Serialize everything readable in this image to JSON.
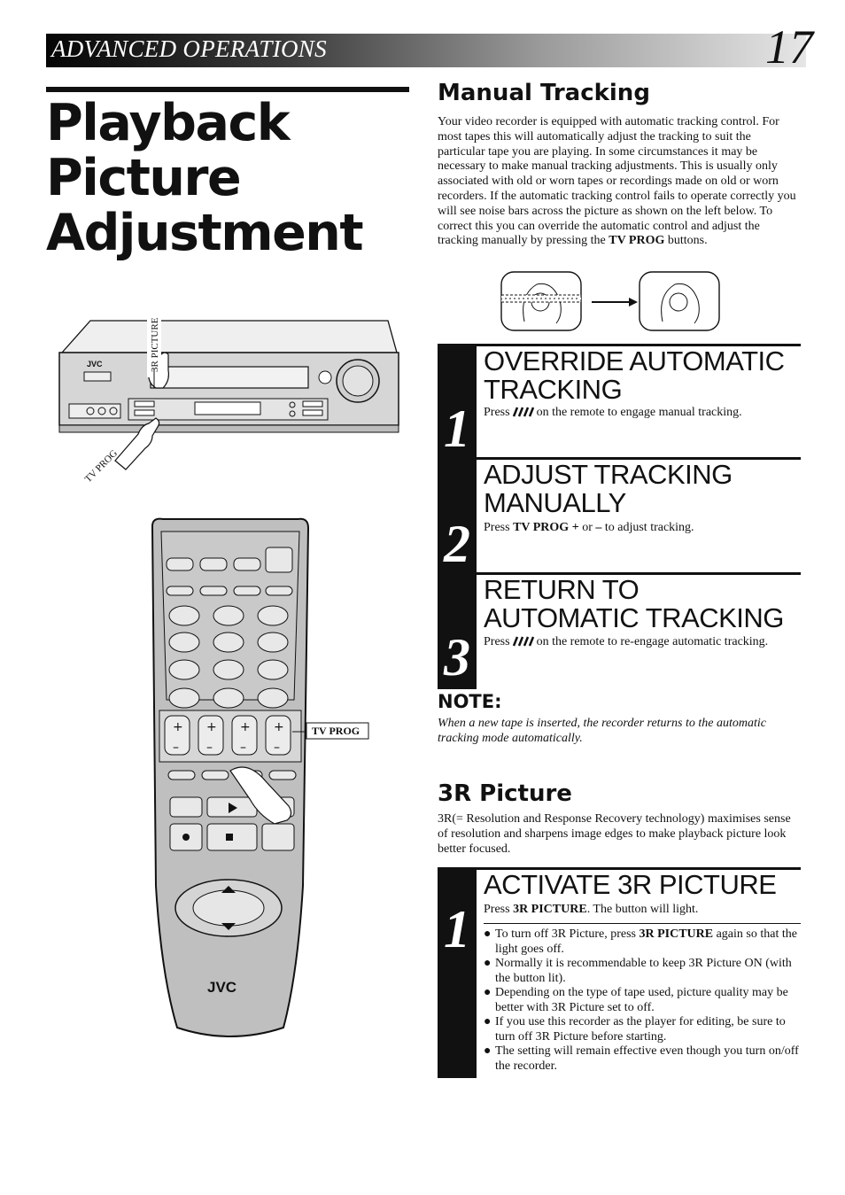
{
  "header": {
    "section": "ADVANCED OPERATIONS",
    "page_number": "17"
  },
  "title_lines": [
    "Playback",
    "Picture",
    "Adjustment"
  ],
  "labels": {
    "picture_3r": "3R PICTURE",
    "tv_prog_vcr": "TV PROG",
    "tv_prog_remote": "TV PROG",
    "brand": "JVC"
  },
  "manual_tracking": {
    "heading": "Manual Tracking",
    "intro_a": "Your video recorder is equipped with automatic tracking control. For most tapes this will automatically adjust the tracking to suit the particular tape you are playing. In some circumstances it may be necessary to make manual tracking adjustments. This is usually only associated with old or worn tapes or recordings made on old or worn recorders. If the automatic tracking control fails to operate correctly you will see noise bars across the picture as shown on the left below. To correct this you can override the automatic control and adjust the tracking manually by pressing the",
    "intro_bold": "TV PROG",
    "intro_b": "buttons.",
    "steps": [
      {
        "num": "1",
        "heading": "OVERRIDE AUTOMATIC TRACKING",
        "t1": "Press",
        "t2": "on the remote to engage manual tracking."
      },
      {
        "num": "2",
        "heading": "ADJUST TRACKING MANUALLY",
        "t1": "Press",
        "bold": "TV PROG +",
        "t2": "or",
        "bold2": "–",
        "t3": "to adjust tracking."
      },
      {
        "num": "3",
        "heading": "RETURN TO AUTOMATIC TRACKING",
        "t1": "Press",
        "t2": "on the remote to re-engage automatic tracking."
      }
    ]
  },
  "note": {
    "heading": "NOTE:",
    "text": "When a new tape is inserted, the recorder returns to the automatic tracking mode automatically."
  },
  "picture_3r": {
    "heading": "3R Picture",
    "intro": "3R(= Resolution and Response Recovery technology) maximises sense of resolution and sharpens image edges to make playback picture look better focused.",
    "step": {
      "num": "1",
      "heading": "ACTIVATE 3R PICTURE",
      "t1": "Press",
      "bold": "3R PICTURE",
      "t2": ". The button will light."
    },
    "bullets": [
      {
        "a": "To turn off 3R Picture, press",
        "b": "3R PICTURE",
        "c": "again so that the light goes off."
      },
      {
        "a": "Normally it is recommendable to keep 3R Picture ON (with the button lit).",
        "b": "",
        "c": ""
      },
      {
        "a": "Depending on the type of tape used, picture quality may be better with 3R Picture set to off.",
        "b": "",
        "c": ""
      },
      {
        "a": "If you use this recorder as the player for editing, be sure to turn off 3R Picture before starting.",
        "b": "",
        "c": ""
      },
      {
        "a": "The setting will remain effective even though you turn on/off the recorder.",
        "b": "",
        "c": ""
      }
    ]
  }
}
